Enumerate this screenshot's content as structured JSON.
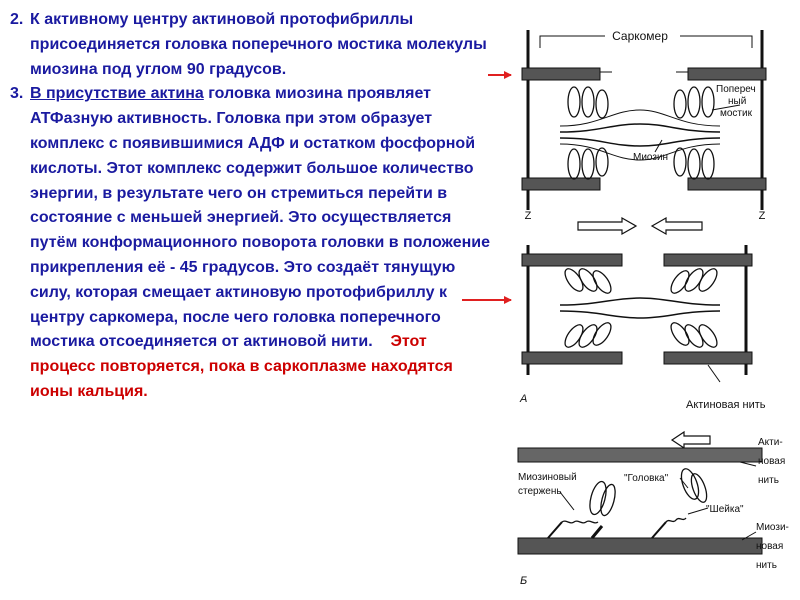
{
  "text": {
    "item2_number": "2.",
    "item2_text": "К активному центру актиновой протофибриллы присоединяется головка поперечного мостика молекулы миозина под углом 90 градусов.",
    "item3_number": "3.",
    "item3_underlined": "В присутствие актина",
    "item3_text": " головка миозина проявляет АТФазную активность. Головка при этом образует комплекс с появившимися АДФ и остатком фосфорной кислоты. Этот комплекс содержит большое количество энергии, в результате чего он стремиться перейти в состояние с меньшей энергией. Это осуществляется путём конформационного поворота головки в положение прикрепления её - 45 градусов. Это создаёт тянущую силу, которая смещает актиновую протофибриллу к центру саркомера, после чего головка поперечного мостика отсоединяется от актиновой нити.",
    "item3_red": "Этот процесс повторяется, пока в саркоплазме находятся ионы кальция."
  },
  "diagram": {
    "sarcomere": "Саркомер",
    "bridge_line1": "Попереч",
    "bridge_line2": "ный",
    "bridge_line3": "мостик",
    "myosin": "Миозин",
    "z_left": "Z",
    "z_right": "Z",
    "label_a": "А",
    "actin_filament": "Актиновая нить",
    "label_b": "Б",
    "actin_line1": "Акти-",
    "actin_line2": "новая",
    "actin_line3": "нить",
    "myosin_rod_line1": "Миозиновый",
    "myosin_rod_line2": "стержень",
    "head": "\"Головка\"",
    "neck": "\"Шейка\"",
    "myosin_fil_line1": "Миози-",
    "myosin_fil_line2": "новая",
    "myosin_fil_line3": "нить"
  },
  "colors": {
    "body_text": "#1a1aa0",
    "highlight": "#cc0000",
    "arrow": "#e02020",
    "diagram_ink": "#111111"
  }
}
